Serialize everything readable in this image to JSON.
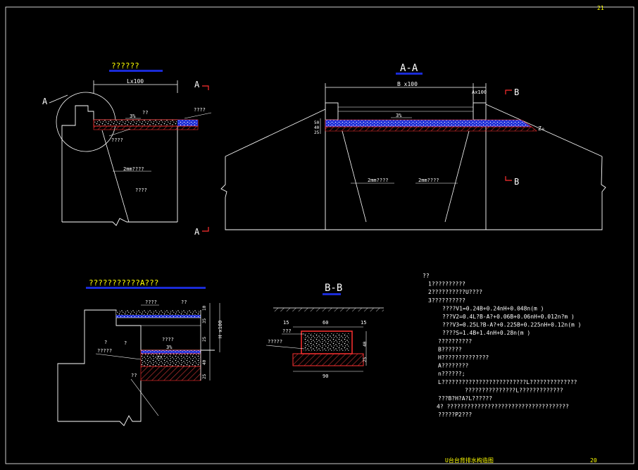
{
  "sheet": {
    "page_no_top": "21",
    "title_block": "U台台背排水构造图",
    "page_no_bottom": "20"
  },
  "plan_view": {
    "title": "??????",
    "dim_L": "Lx100",
    "section_mark_top": "A",
    "section_mark_bottom": "A",
    "detail_mark": "A",
    "slope": "3%",
    "note_pq": "??",
    "note_top": "????",
    "note_layer": "????",
    "note_2mm": "2mm????",
    "note_body": "????"
  },
  "section_aa": {
    "title": "A-A",
    "dim_B": "B x100",
    "dim_A": "Ax100",
    "mark_b_top": "B",
    "mark_b_bottom": "B",
    "slope": "3%",
    "dim_50": "50",
    "dim_40": "40",
    "dim_25": "25",
    "note_2mm_left": "2mm????",
    "note_2mm_right": "2mm????",
    "z_label": "Z₀"
  },
  "detail_a": {
    "title": "???????????A???",
    "note_top1": "????",
    "note_top2": "??",
    "note_mid": "????",
    "note_left1": "?",
    "note_left2": "?",
    "note_left3": "?????",
    "slope": "3%",
    "note_mark": "??",
    "note_bottom": "??",
    "dim_10": "10",
    "dim_35": "35",
    "dim_25a": "25",
    "dim_40": "40",
    "dim_25b": "25",
    "dim_H": "H x100"
  },
  "section_bb": {
    "title": "B-B",
    "dim_15_left": "15",
    "dim_60": "60",
    "dim_15_right": "15",
    "dim_40": "40",
    "dim_25": "25",
    "dim_90": "90",
    "note_1": "???",
    "note_2": "?????"
  },
  "notes": {
    "lines": [
      "??",
      "1??????????",
      "2??????????U????",
      "3??????????",
      "????V1=0.24B+0.24nH+0.048n(m )",
      "???V2=0.4L?B-A?+0.06B+0.06nH+0.012n?m )",
      "???V3=0.25L?B-A?+0.225B+0.225nH+0.12n(m )",
      "????S=1.4B+1.4nH+0.28n(m )",
      "??????????",
      "B??????",
      "H??????????????",
      "A????????",
      "n??????;",
      "L?????????????????????????L??????????????",
      "???????????????L?????????????",
      "???B?H?A?L??????",
      "4? ????????????????????????????????????",
      "?????P2???"
    ]
  },
  "colors": {
    "background": "#000000",
    "line": "#ffffff",
    "accent_red": "#ff3030",
    "title_bar": "#1a2bd6",
    "title_text": "#ffff00",
    "hatch": "#cc3333"
  }
}
